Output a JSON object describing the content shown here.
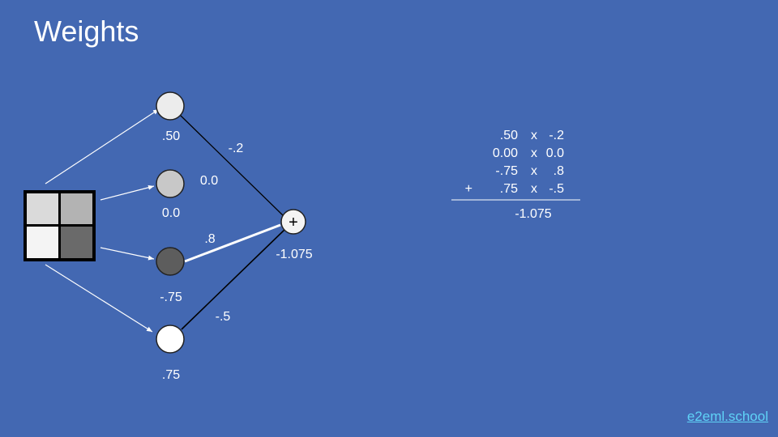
{
  "title": "Weights",
  "input_pixels": [
    "#dadada",
    "#b3b3b3",
    "#f4f4f4",
    "#6a6a6a"
  ],
  "neurons": [
    {
      "value": ".50",
      "fill": "#ececec"
    },
    {
      "value": "0.0",
      "fill": "#c8c8c8"
    },
    {
      "value": "-.75",
      "fill": "#5d5d5d"
    },
    {
      "value": ".75",
      "fill": "#ffffff"
    }
  ],
  "weights": [
    {
      "label": "-.2",
      "color": "#000000"
    },
    {
      "label": "0.0",
      "color": "none"
    },
    {
      "label": ".8",
      "color": "#ffffff"
    },
    {
      "label": "-.5",
      "color": "#000000"
    }
  ],
  "sum": {
    "symbol": "+",
    "value": "-1.075"
  },
  "calculation": {
    "rows": [
      {
        "prefix": "",
        "value": ".50",
        "op": "x",
        "weight": "-.2"
      },
      {
        "prefix": "",
        "value": "0.00",
        "op": "x",
        "weight": "0.0"
      },
      {
        "prefix": "",
        "value": "-.75",
        "op": "x",
        "weight": ".8"
      },
      {
        "prefix": "+",
        "value": ".75",
        "op": "x",
        "weight": "-.5"
      }
    ],
    "result": "-1.075"
  },
  "footer_link": "e2eml.school",
  "colors": {
    "background": "#4368b2",
    "link": "#5fd3f7"
  }
}
